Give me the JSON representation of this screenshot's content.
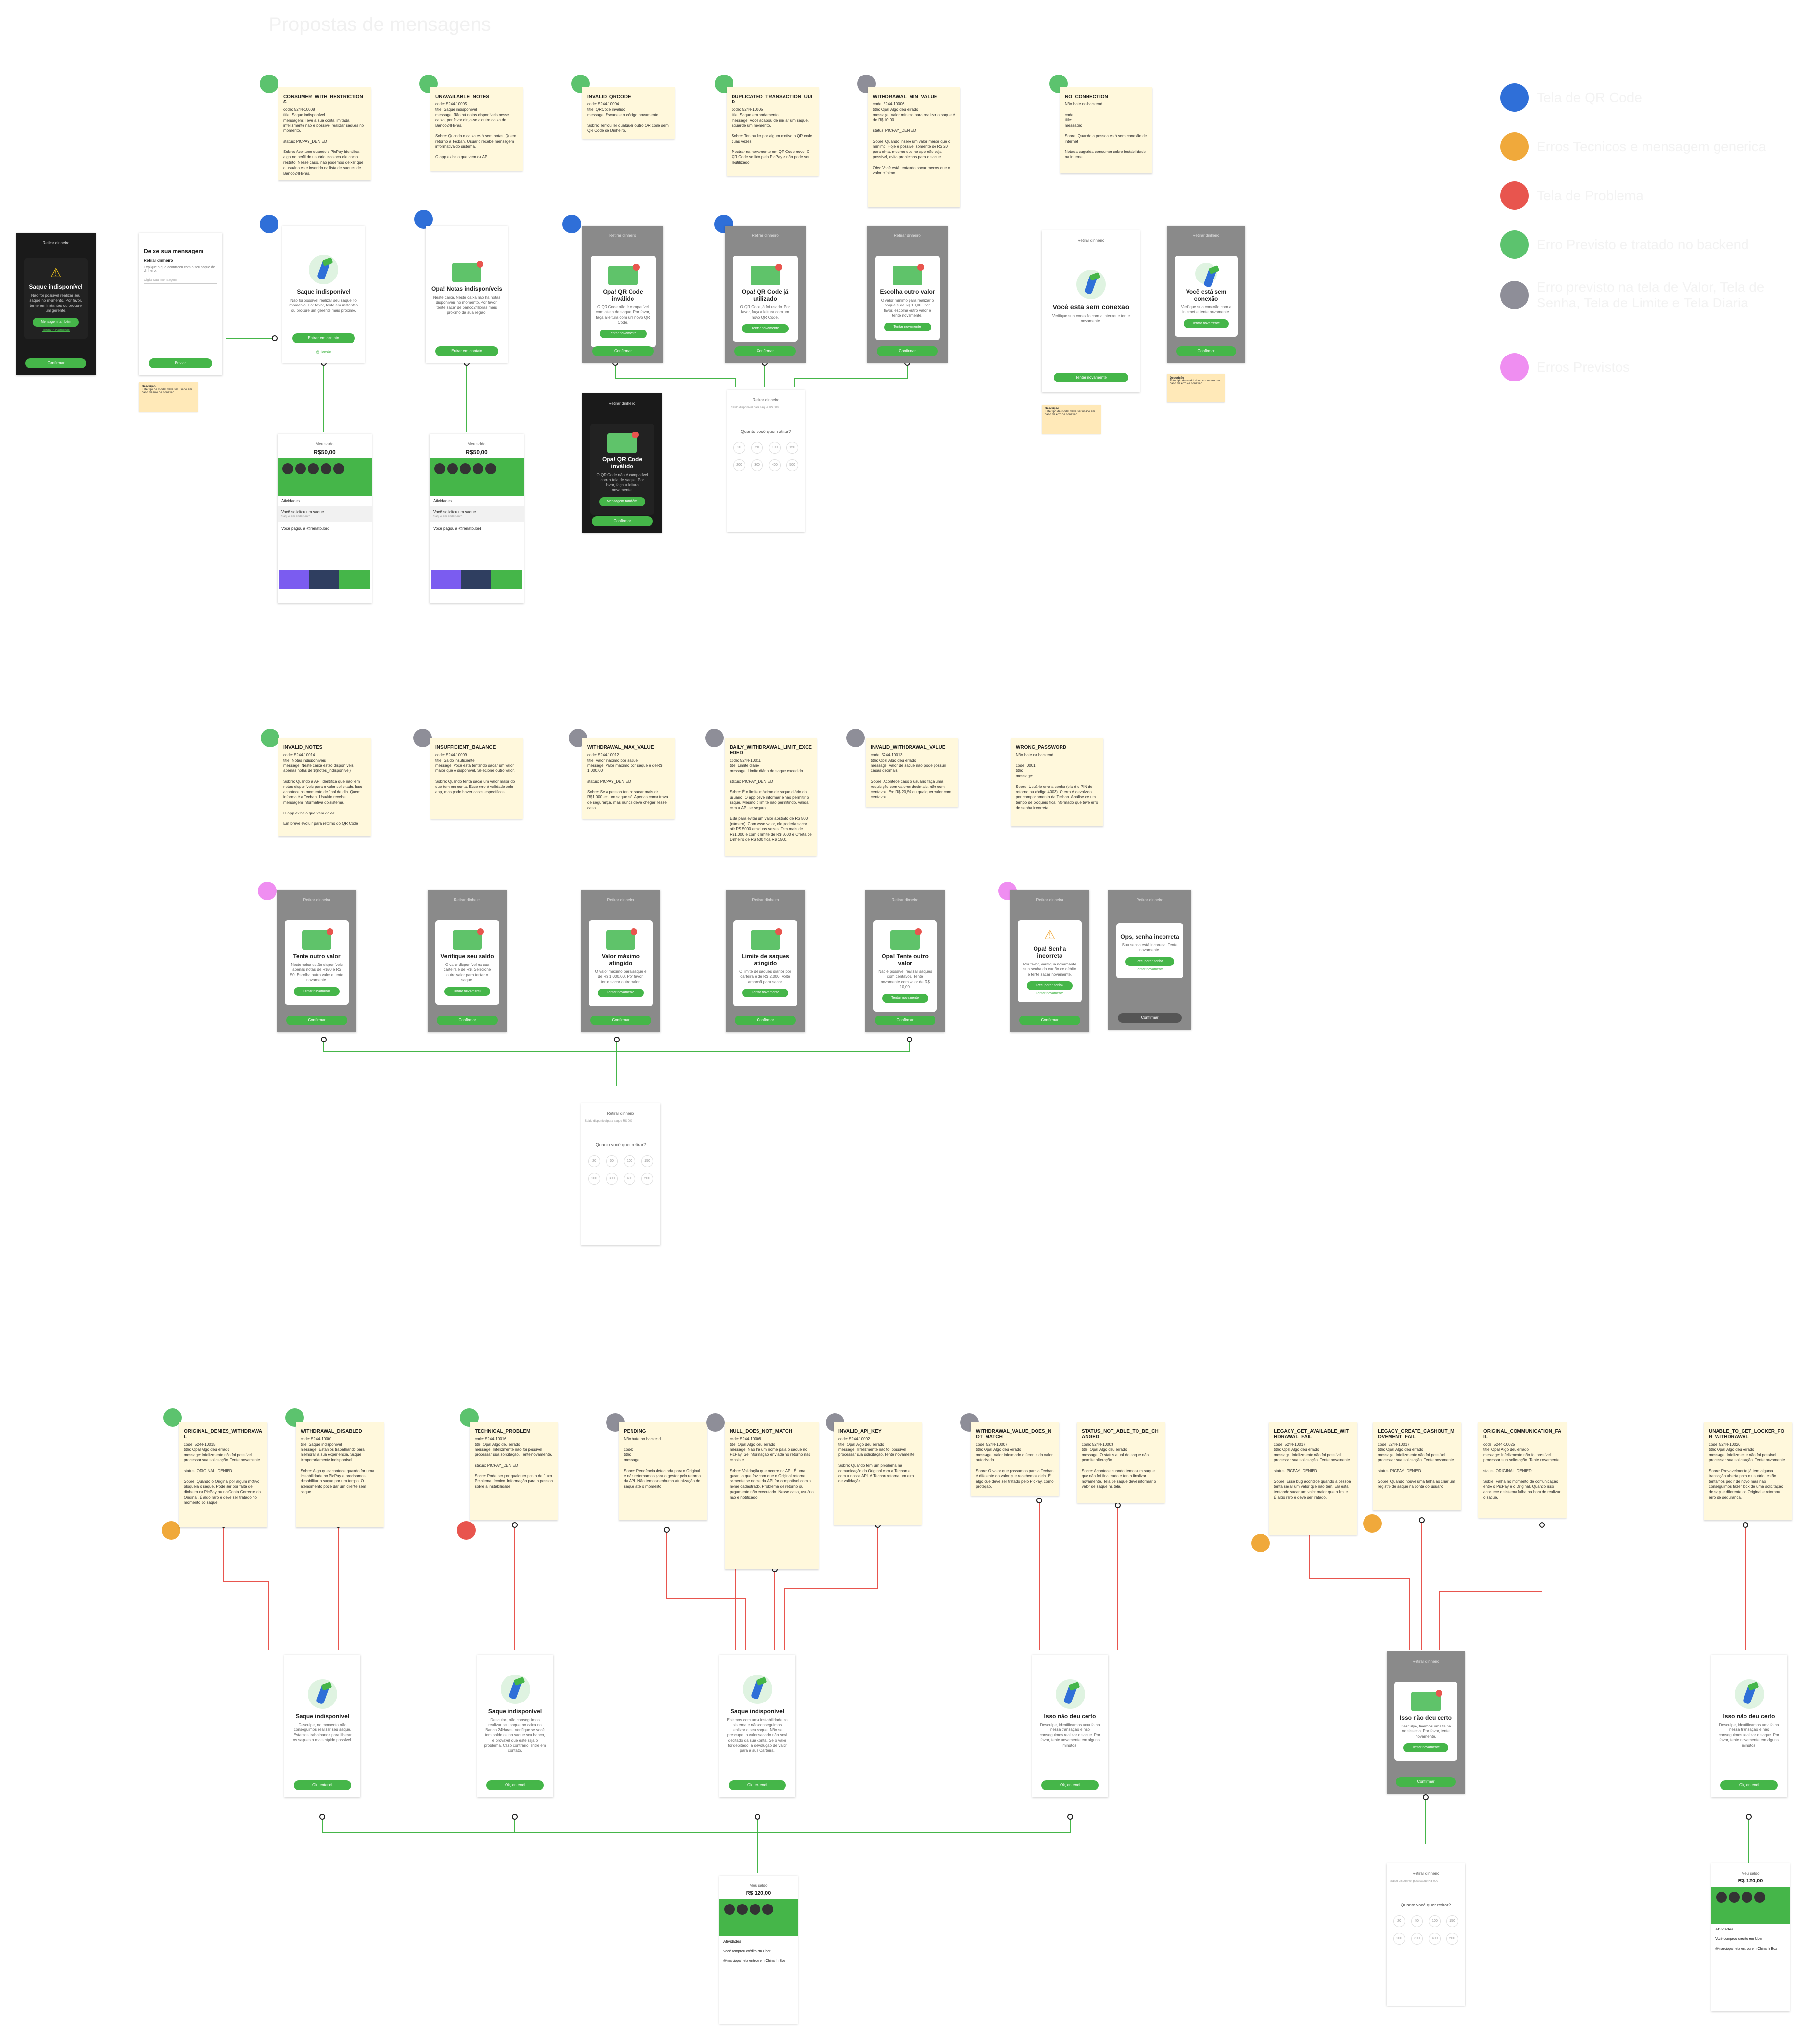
{
  "title": "Propostas de mensagens",
  "colors": {
    "blue": "#2f6fd8",
    "orange": "#f0a93b",
    "red": "#e8554e",
    "green": "#5cc36e",
    "grey": "#8e8e98",
    "pink": "#ef8ef1"
  },
  "legend": [
    {
      "color": "blue",
      "label": "Tela de QR Code"
    },
    {
      "color": "orange",
      "label": "Erros Tecnicos e mensagem generica"
    },
    {
      "color": "red",
      "label": "Tela de Problema"
    },
    {
      "color": "green",
      "label": "Erro Previsto e tratado no backend"
    },
    {
      "color": "grey",
      "label": "Erro previsto na tela de Valor, Tela de Senha, Tela de Limite e Tela Diaria"
    },
    {
      "color": "pink",
      "label": "Erros Previstos"
    }
  ],
  "notes_row1": [
    {
      "id": "CONSUMER_WITH_RESTRICTIONS",
      "text": "code: 5244-10008\ntitle: Saque indisponível\nmensagem: Teve a sua conta limitada, infelizmente não é possível realizar saques no momento.\n\nstatus: PICPAY_DENIED\n\nSobre: Acontece quando o PicPay identifica algo no perfil do usuário e coloca ele como restrito. Nesse caso, não podemos deixar que o usuário este inserido na lista de saques de Banco24Horas."
    },
    {
      "id": "UNAVAILABLE_NOTES",
      "text": "code: 5244-10005\ntitle: Saque indisponível\nmessage: Não há notas disponíveis nesse caixa, por favor dirija-se a outro caixa do Banco24Horas.\n\nSobre: Quando o caixa está sem notas. Quero retorno à Tecban. Usuário recebe mensagem informativa do sistema.\n\nO app exibe o que vem da API"
    },
    {
      "id": "INVALID_QRCODE",
      "text": "code: 5244-10004\ntitle: QRCode inválido\nmessage: Escaneie o código novamente.\n\nSobre: Tentou ler qualquer outro QR code sem QR Code de Dinheiro."
    },
    {
      "id": "DUPLICATED_TRANSACTION_UUID",
      "text": "code: 5244-10005\ntitle: Saque em andamento\nmessage: Você acabou de iniciar um saque, aguarde um momento.\n\nSobre: Tentou ler por algum motivo o QR code duas vezes.\n\nMostrar na novamente em QR Code novo. O QR Code se lido pelo PicPay e não pode ser reutilizado."
    },
    {
      "id": "WITHDRAWAL_MIN_VALUE",
      "text": "code: 5244-10006\ntitle: Opa! Algo deu errado\nmessage: Valor mínimo para realizar o saque é de R$ 10,00\n\nstatus: PICPAY_DENIED\n\nSobre: Quando insere um valor menor que o mínimo. Hoje é possível somente do R$ 20 para cima, mesmo que no app não seja possível, evita problemas para o saque.\n\nObs: Você está tentando sacar menos que o valor mínimo"
    },
    {
      "id": "NO_CONNECTION",
      "text": "Não bate no backend\n\ncode:\ntitle:\nmessage:\n\nSobre: Quando a pessoa está sem conexão de internet\n\nNotada sugerida consumer sobre instabilidade na internet"
    }
  ],
  "notes_row2": [
    {
      "id": "INVALID_NOTES",
      "text": "code: 5244-10014\ntitle: Notas indisponíveis\nmessage: Neste caixa estão disponíveis apenas notas de $(notes_indisponivel)\n\nSobre: Quando a API identifica que não tem notas disponíveis para o valor solicitado. Isso acontece no momento de final de dia. Quem informa é a Tecban. Usuário recebe mensagem informativa do sistema.\n\nO app exibe o que vem da API\n\nEm breve evoluir para retorno do QR Code"
    },
    {
      "id": "INSUFFICIENT_BALANCE",
      "text": "code: 5244-10009\ntitle: Saldo insuficiente\nmessage: Você está tentando sacar um valor maior que o disponível. Selecione outro valor.\n\nSobre: Quando tenta sacar um valor maior do que tem em conta. Esse erro é validado pelo app, mas pode haver casos específicos."
    },
    {
      "id": "WITHDRAWAL_MAX_VALUE",
      "text": "code: 5244-10012\ntitle: Valor máximo por saque\nmessage: Valor máximo por saque é de R$ 1.000,00\n\nstatus: PICPAY_DENIED\n\nSobre: Se a pessoa tentar sacar mais de R$1.000 em um saque só. Apenas como trava de segurança, mas nunca deve chegar nesse caso."
    },
    {
      "id": "DAILY_WITHDRAWAL_LIMIT_EXCEEDED",
      "text": "code: 5244-10011\ntitle: Limite diário\nmessage: Limite diário de saque excedido\n\nstatus: PICPAY_DENIED\n\nSobre: É o limite máximo de saque diário do usuário. O app deve informar e não permitir o saque. Mesmo o limite não permitindo, validar com a API se seguro.\n\nEsta para evitar um valor abstrato de R$ 500 (número). Com esse valor, ele poderia sacar até R$ 5000 em duas vezes. Tem mais de R$1.000 e com o limite de R$ 5000 e Oferta de Dinheiro de R$ 500 fica R$ 1500."
    },
    {
      "id": "INVALID_WITHDRAWAL_VALUE",
      "text": "code: 5244-10013\ntitle: Opa! Algo deu errado\nmessage: Valor de saque não pode possuir casas decimais\n\nSobre: Acontece caso o usuário faça uma requisição com valores decimais, não com centavos. Ex: R$ 20,50 ou qualquer valor com centavos."
    },
    {
      "id": "WRONG_PASSWORD",
      "text": "Não bate no backend\n\ncode: 0001\ntitle:\nmessage:\n\nSobre: Usuário erra a senha (ela é o PIN de retorno ou código 4003). O erro é devolvido por comportamento da Tecban. Análise de um tempo de bloqueio fica informado que teve erro de senha incorreta."
    }
  ],
  "notes_row3": [
    {
      "id": "ORIGINAL_DENIES_WITHDRAWAL",
      "text": "code: 5244-10015\ntitle: Opa! Algo deu errado\nmessage: Infelizmente não foi possível processar sua solicitação. Tente novamente.\n\nstatus: ORIGINAL_DENIED\n\nSobre: Quando o Original por algum motivo bloqueia o saque. Pode ser por falta de dinheiro no PicPay ou na Conta Corrente do Original. É algo raro e deve ser tratado no momento do saque."
    },
    {
      "id": "WITHDRAWAL_DISABLED",
      "text": "code: 5244-10001\ntitle: Saque indisponível\nmessage: Estamos trabalhando para melhorar a sua experiência. Saque temporariamente indisponível.\n\nSobre: Algo que acontece quando for uma instabilidade no PicPay e precisamos desabilitar o saque por um tempo. O atendimento pode dar um cliente sem saque."
    },
    {
      "id": "TECHNICAL_PROBLEM",
      "text": "code: 5244-10016\ntitle: Opa! Algo deu errado\nmessage: Infelizmente não foi possível processar sua solicitação. Tente novamente.\n\nstatus: PICPAY_DENIED\n\nSobre: Pode ser por qualquer ponto de fluxo. Problema técnico. Informação para a pessoa sobre a instabilidade."
    },
    {
      "id": "PENDING",
      "text": "Não bate no backend\n\ncode:\ntitle:\nmessage:\n\nSobre: Pendência detectada para o Original e não retornamos para o gestor pelo retorno da API. Não temos nenhuma atualização do saque até o momento."
    },
    {
      "id": "NULL_DOES_NOT_MATCH",
      "text": "code: 5244-10008\ntitle: Opa! Algo deu errado\nmessage: Não há um nome para o saque no PicPay. Se informação enviada no retorno não consiste\n\nSobre: Validação que ocorre na API. É uma garantia que faz com que o Original retorne somente se nome da API for compatível com o nome cadastrado. Problema de retorno ou pagamento não executado. Nesse caso, usuário não é notificado."
    },
    {
      "id": "INVALID_API_KEY",
      "text": "code: 5244-10002\ntitle: Opa! Algo deu errado\nmessage: Infelizmente não foi possível processar sua solicitação. Tente novamente.\n\nSobre: Quando tem um problema na comunicação do Original com a Tecban e com a nossa API. A Tecban retorna um erro de validação."
    },
    {
      "id": "WITHDRAWAL_VALUE_DOES_NOT_MATCH",
      "text": "code: 5244-10007\ntitle: Opa! Algo deu errado\nmessage: Valor informado diferente do valor autorizado.\n\nSobre: O valor que passamos para a Tecban é diferente do valor que recebemos dela. É algo que deve ser tratado pelo PicPay, como proteção."
    },
    {
      "id": "STATUS_NOT_ABLE_TO_BE_CHANGED",
      "text": "code: 5244-10003\ntitle: Opa! Algo deu errado\nmessage: O status atual do saque não permite alteração\n\nSobre: Acontece quando temos um saque que não foi finalizado e tenta finalizar novamente. Tela de saque deve informar o valor de saque na tela."
    },
    {
      "id": "LEGACY_GET_AVAILABLE_WITHDRAWAL_FAIL",
      "text": "code: 5244-10017\ntitle: Opa! Algo deu errado\nmessage: Infelizmente não foi possível processar sua solicitação. Tente novamente.\n\nstatus: PICPAY_DENIED\n\nSobre: Esse bug acontece quando a pessoa tenta sacar um valor que não tem. Ela está tentando sacar um valor maior que o limite. É algo raro e deve ser tratado."
    },
    {
      "id": "LEGACY_CREATE_CASHOUT_MOVEMENT_FAIL",
      "text": "code: 5244-10017\ntitle: Opa! Algo deu errado\nmessage: Infelizmente não foi possível processar sua solicitação. Tente novamente.\n\nstatus: PICPAY_DENIED\n\nSobre: Quando houve uma falha ao criar um registro de saque na conta do usuário."
    },
    {
      "id": "ORIGINAL_COMMUNICATION_FAIL",
      "text": "code: 5244-10025\ntitle: Opa! Algo deu errado\nmessage: Infelizmente não foi possível processar sua solicitação. Tente novamente.\n\nstatus: ORIGINAL_DENIED\n\nSobre: Falha no momento de comunicação entre o PicPay e o Original. Quando isso acontece o sistema falha na hora de realizar o saque."
    },
    {
      "id": "UNABLE_TO_GET_LOCKER_FOR_WITHDRAWAL",
      "text": "code: 5244-10026\ntitle: Opa! Algo deu errado\nmessage: Infelizmente não foi possível processar sua solicitação. Tente novamente.\n\nSobre: Provavelmente já tem alguma transação aberta para o usuário, então tentamos pedir de novo mas não conseguimos fazer lock de uma solicitação de saque diferente do Original e retornou erro de segurança."
    }
  ],
  "screens": {
    "dark_unavailable": {
      "title": "Saque indisponível",
      "body": "Não foi possível realizar seu saque no momento. Por favor, tente em instantes ou procure um gerente.",
      "btn": "Mensagem também",
      "link": "Tentar novamente",
      "bottom": "Confirmar"
    },
    "deixe_mensagem": {
      "title": "Deixe sua mensagem",
      "subtitle": "Retirar dinheiro",
      "body": "Explique o que aconteceu com o seu saque de dinheiro.",
      "placeholder": "Digite sua mensagem",
      "btn": "Enviar"
    },
    "saque_indisp_1": {
      "title": "Saque indisponível",
      "body": "Não foi possível realizar seu saque no momento. Por favor, tente em instantes ou procure um gerente mais próximo.",
      "btn": "Entrar em contato",
      "link": "@Lionsk8"
    },
    "notas_indisp": {
      "title": "Opa! Notas indisponíveis",
      "body": "Neste caixa. Neste caixa não há notas disponíveis no momento. Por favor, tente sacar de banco24horas mais próximo da sua região.",
      "btn": "Entrar em contato"
    },
    "qr_invalido": {
      "header": "Retirar dinheiro",
      "title": "Opa! QR Code inválido",
      "body": "O QR Code não é compatível com a tela de saque. Por favor, faça a leitura com um novo QR Code.",
      "btn": "Tentar novamente",
      "bottom": "Confirmar"
    },
    "qr_utilizado": {
      "header": "Retirar dinheiro",
      "title": "Opa! QR Code já utilizado",
      "body": "O QR Code já foi usado. Por favor, faça a leitura com um novo QR Code.",
      "btn": "Tentar novamente",
      "bottom": "Confirmar"
    },
    "escolha_valor": {
      "header": "Retirar dinheiro",
      "title": "Escolha outro valor",
      "body": "O valor mínimo para realizar o saque é de R$ 10,00. Por favor, escolha outro valor e tente novamente.",
      "btn": "Tentar novamente",
      "bottom": "Confirmar"
    },
    "sem_conexao": {
      "header": "Retirar dinheiro",
      "title": "Você está sem conexão",
      "body": "Verifique sua conexão com a internet e tente novamente.",
      "btn": "Tentar novamente"
    },
    "sem_conexao_modal": {
      "header": "Retirar dinheiro",
      "title": "Você está sem conexão",
      "body": "Verifique sua conexão com a internet e tente novamente.",
      "btn": "Tentar novamente",
      "bottom": "Confirmar"
    },
    "qr_invalido_dark": {
      "header": "Retirar dinheiro",
      "title": "Opa! QR Code inválido",
      "body": "O QR Code não é compatível com a tela de saque. Por favor, faça a leitura novamente.",
      "btn": "Mensagem também",
      "bottom": "Confirmar"
    },
    "tente_outro_valor": {
      "header": "Retirar dinheiro",
      "title": "Tente outro valor",
      "body": "Neste caixa estão disponíveis apenas notas de R$20 e R$ 50. Escolha outro valor e tente novamente.",
      "btn": "Tentar novamente",
      "bottom": "Confirmar"
    },
    "verifique_saldo": {
      "header": "Retirar dinheiro",
      "title": "Verifique seu saldo",
      "body": "O valor disponível na sua carteira é de R$. Selecione outro valor para tentar o saque.",
      "btn": "Tentar novamente",
      "bottom": "Confirmar"
    },
    "valor_maximo": {
      "header": "Retirar dinheiro",
      "title": "Valor máximo atingido",
      "body": "O valor máximo para saque é de R$ 1.000,00. Por favor, tente sacar outro valor.",
      "btn": "Tentar novamente",
      "bottom": "Confirmar"
    },
    "limite_saques": {
      "header": "Retirar dinheiro",
      "title": "Limite de saques atingido",
      "body": "O limite de saques diários por carteira é de R$ 2.000. Volte amanhã para sacar.",
      "btn": "Tentar novamente",
      "bottom": "Confirmar"
    },
    "tente_outro_valor2": {
      "header": "Retirar dinheiro",
      "title": "Opa! Tente outro valor",
      "body": "Não é possível realizar saques com centavos. Tente novamente com valor de R$ 10,00.",
      "btn": "Tentar novamente",
      "bottom": "Confirmar"
    },
    "senha_incorreta": {
      "header": "Retirar dinheiro",
      "title": "Opa! Senha incorreta",
      "body": "Por favor, verifique novamente sua senha do cartão de débito e tente sacar novamente.",
      "btn": "Recuperar senha",
      "link": "Tentar novamente",
      "bottom": "Confirmar"
    },
    "senha_incorreta2": {
      "header": "Retirar dinheiro",
      "title": "Ops, senha incorreta",
      "body": "Sua senha está incorreta. Tente novamente.",
      "btn": "Recuperar senha",
      "link": "Tentar novamente",
      "bottom": "Confirmar"
    },
    "row3_saque_1": {
      "title": "Saque indisponível",
      "body": "Desculpe, no momento não conseguimos realizar seu saque. Estamos trabalhando para liberar os saques o mais rápido possível.",
      "btn": "Ok, entendi"
    },
    "row3_saque_2": {
      "title": "Saque indisponível",
      "body": "Desculpe, não conseguimos realizar seu saque no caixa no Banco 24Horas. Verifique se você tem saldo ou no saque seu banco, é provável que este seja o problema. Caso contrário, entre em contato.",
      "btn": "Ok, entendi"
    },
    "row3_saque_3": {
      "title": "Saque indisponível",
      "body": "Estamos com uma instabilidade no sistema e não conseguimos realizar o seu saque. Não se preocupe, o valor sacado não será debitado da sua conta. Se o valor for debitado, a devolução de valor para a sua Carteira.",
      "btn": "Ok, entendi"
    },
    "row3_errado_1": {
      "title": "Isso não deu certo",
      "body": "Desculpe, identificamos uma falha nessa transação e não conseguimos realizar o saque. Por favor, tente novamente em alguns minutos.",
      "btn": "Ok, entendi"
    },
    "row3_errado_modal": {
      "header": "Retirar dinheiro",
      "title": "Isso não deu certo",
      "body": "Desculpe, tivemos uma falha no sistema. Por favor, tente novamente.",
      "btn": "Tentar novamente",
      "bottom": "Confirmar"
    },
    "row3_errado_2": {
      "title": "Isso não deu certo",
      "body": "Desculpe, identificamos uma falha nessa transação e não conseguimos realizar o saque. Por favor, tente novamente em alguns minutos.",
      "btn": "Ok, entendi"
    },
    "valor_screen": {
      "header": "Retirar dinheiro",
      "label": "Saldo disponível para saque R$ 000",
      "question": "Quanto você quer retirar?",
      "keys": [
        "20",
        "50",
        "100",
        "150",
        "200",
        "300",
        "400",
        "500"
      ]
    },
    "home": {
      "balance_label": "Meu saldo",
      "balance": "R$50,00",
      "activity_label": "Atividades",
      "item1": "Você solicitou um saque.",
      "item1_sub": "Saque em andamento",
      "item2": "Você pagou a @renato.lord"
    },
    "home2": {
      "balance_label": "Meu saldo",
      "balance": "R$ 120,00",
      "activity_label": "Atividades",
      "item1": "Você comprou crédito em Uber",
      "item2": "@marciopalheta entrou em China In Box"
    }
  },
  "memo": {
    "header": "Descrição",
    "text": "Este tipo de modal deve ser usado em caso de erro de conexão."
  }
}
